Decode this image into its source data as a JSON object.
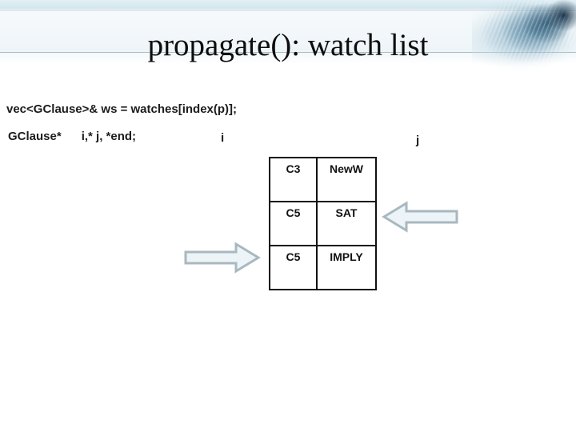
{
  "slide": {
    "title": "propagate(): watch list",
    "code": {
      "line1": "vec<GClause>& ws = watches[index(p)];",
      "line2": "GClause*      i,* j, *end;"
    },
    "pointer_labels": {
      "i": "i",
      "j": "j"
    },
    "watch_table": {
      "rows": [
        {
          "clause": "C3",
          "status": "NewW"
        },
        {
          "clause": "C5",
          "status": "SAT"
        },
        {
          "clause": "C5",
          "status": "IMPLY"
        }
      ]
    },
    "icons": {
      "arrow_pointing_left": "block-arrow-left",
      "arrow_pointing_right": "block-arrow-right"
    },
    "colors": {
      "band_blue": "#d2e6ee",
      "hairline": "#aebec5",
      "arrow_fill": "#edf4f7",
      "arrow_border": "#a9b8c0",
      "table_border": "#111111",
      "decor_teal": "#2b5773"
    }
  }
}
